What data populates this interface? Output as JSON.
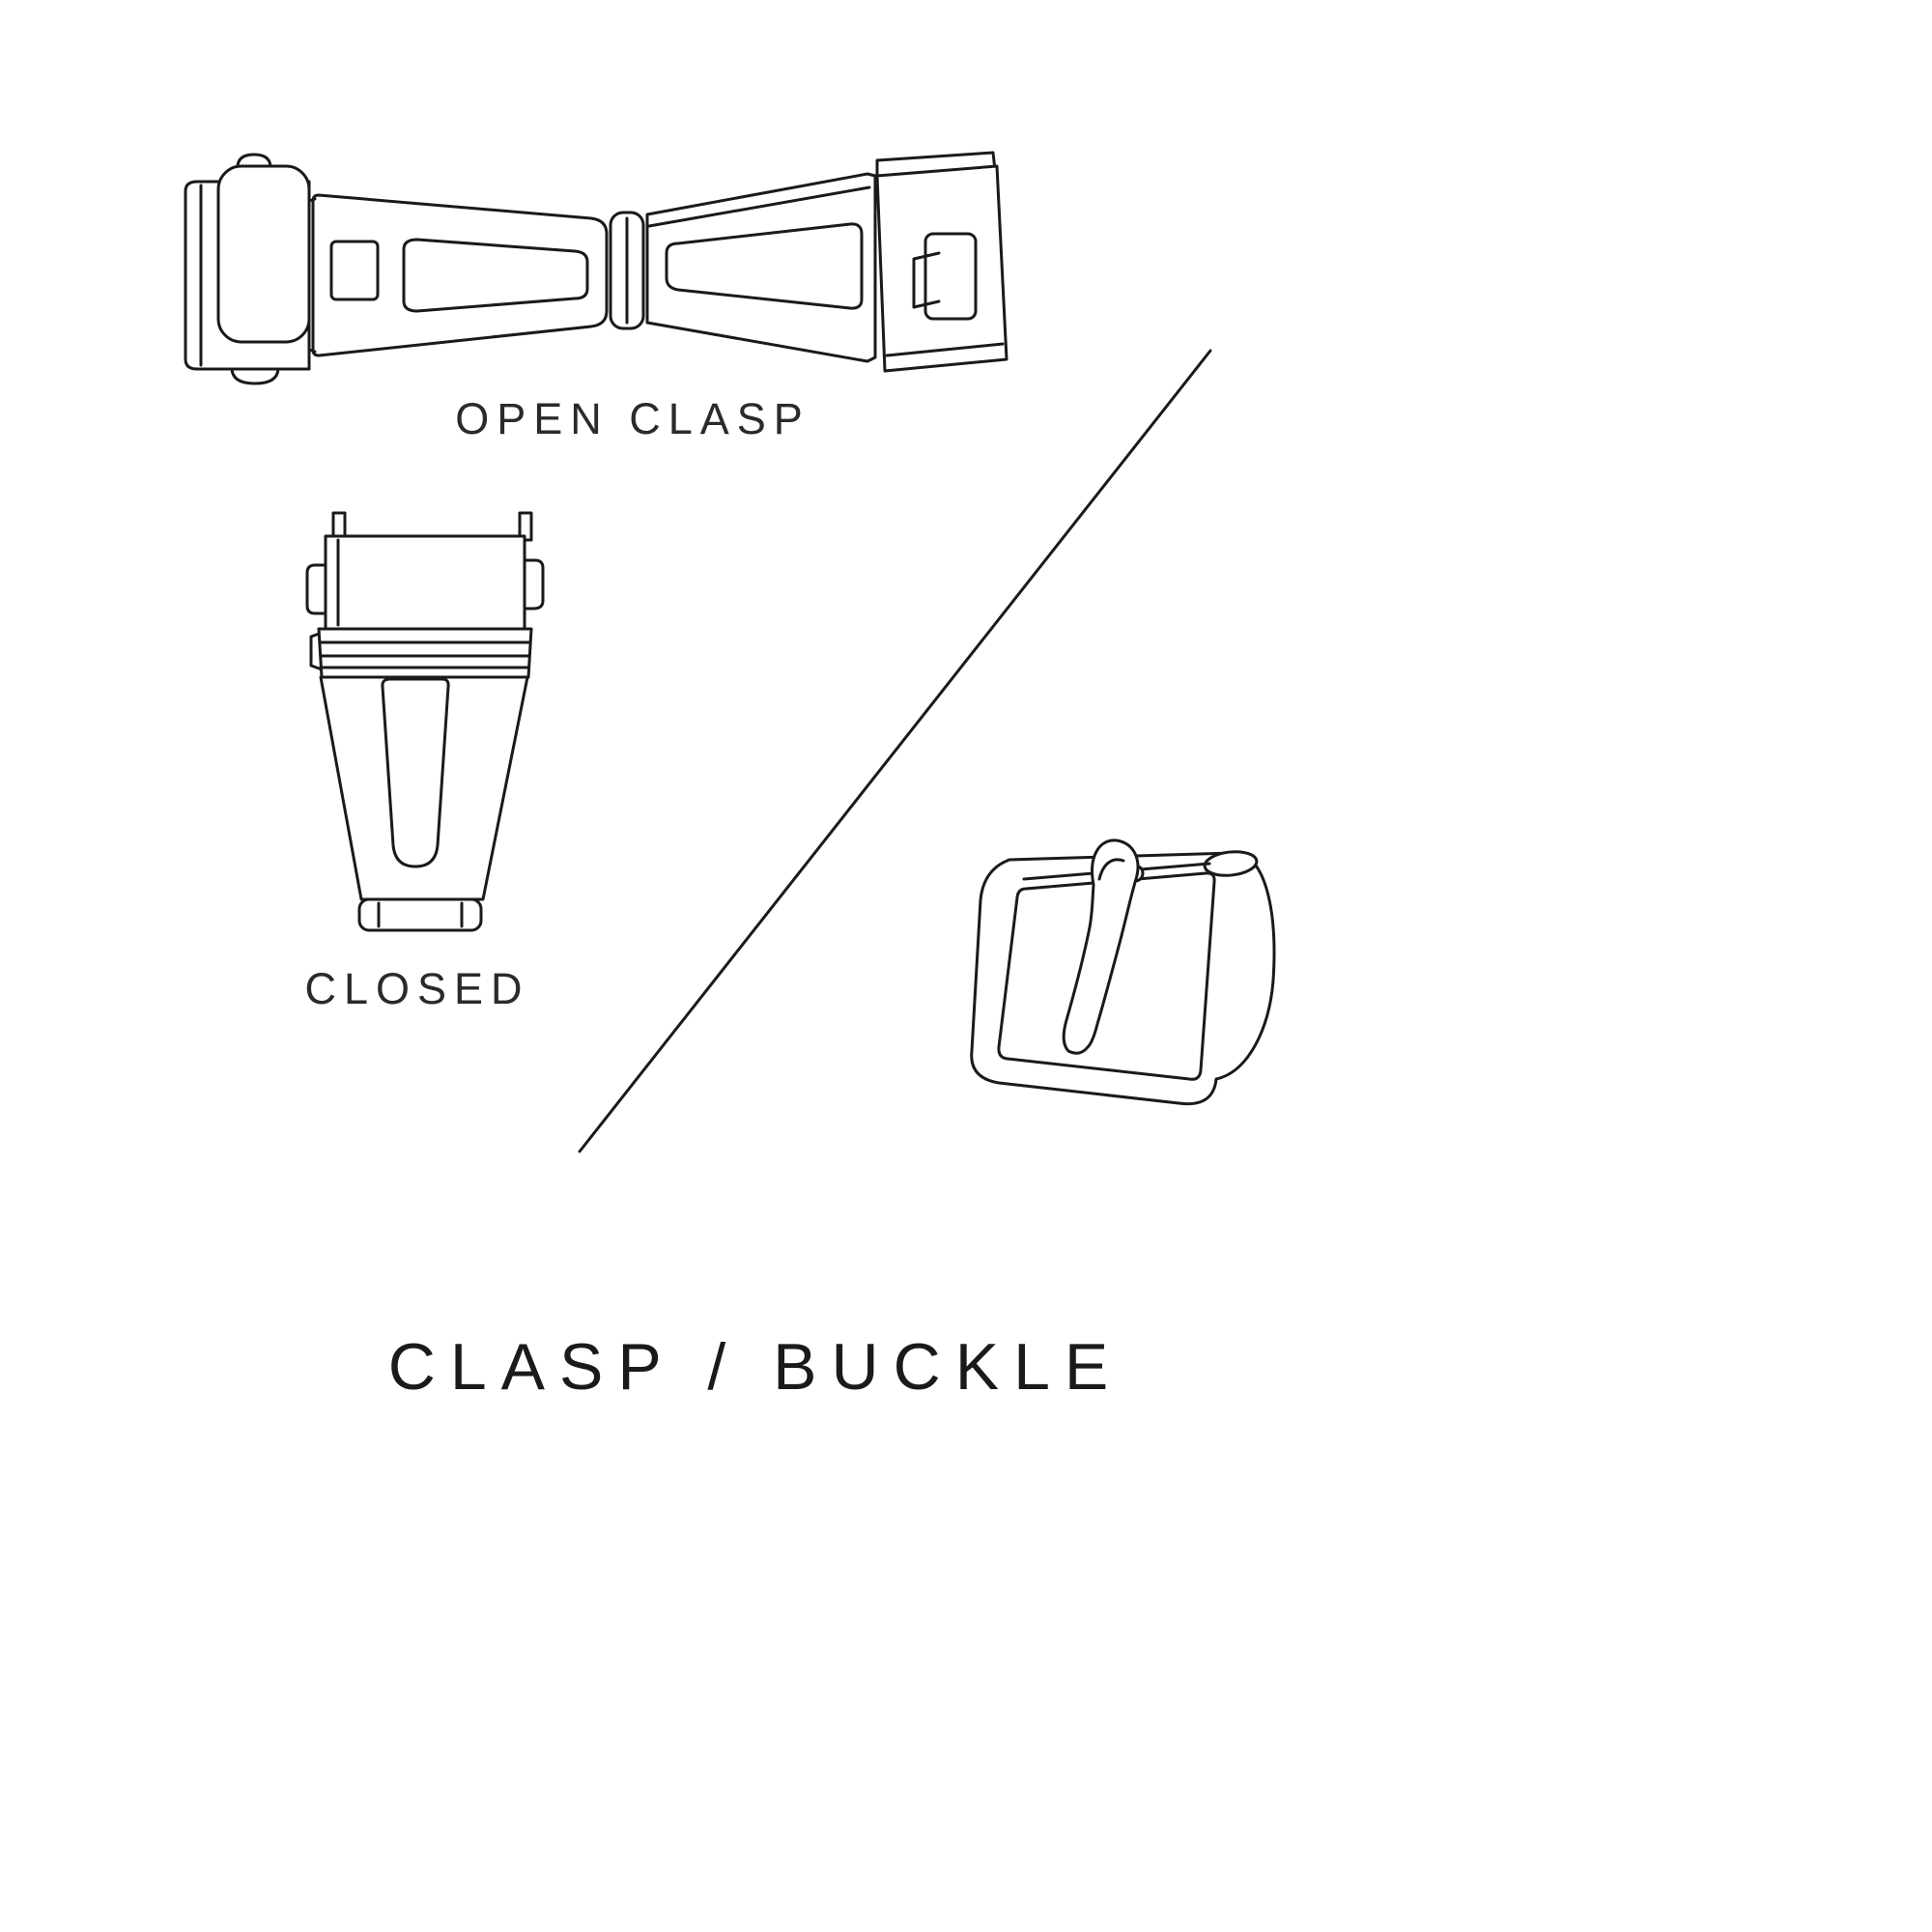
{
  "colors": {
    "background": "#ffffff",
    "line": "#1a1a1a",
    "text": "#2a2a2a"
  },
  "diagram": {
    "title": "CLASP / BUCKLE",
    "labels": {
      "open_clasp": "OPEN CLASP",
      "closed": "CLOSED"
    },
    "illustrations": [
      {
        "name": "open-clasp",
        "caption": "OPEN CLASP"
      },
      {
        "name": "closed-clasp",
        "caption": "CLOSED"
      },
      {
        "name": "tang-buckle",
        "caption": ""
      }
    ]
  }
}
